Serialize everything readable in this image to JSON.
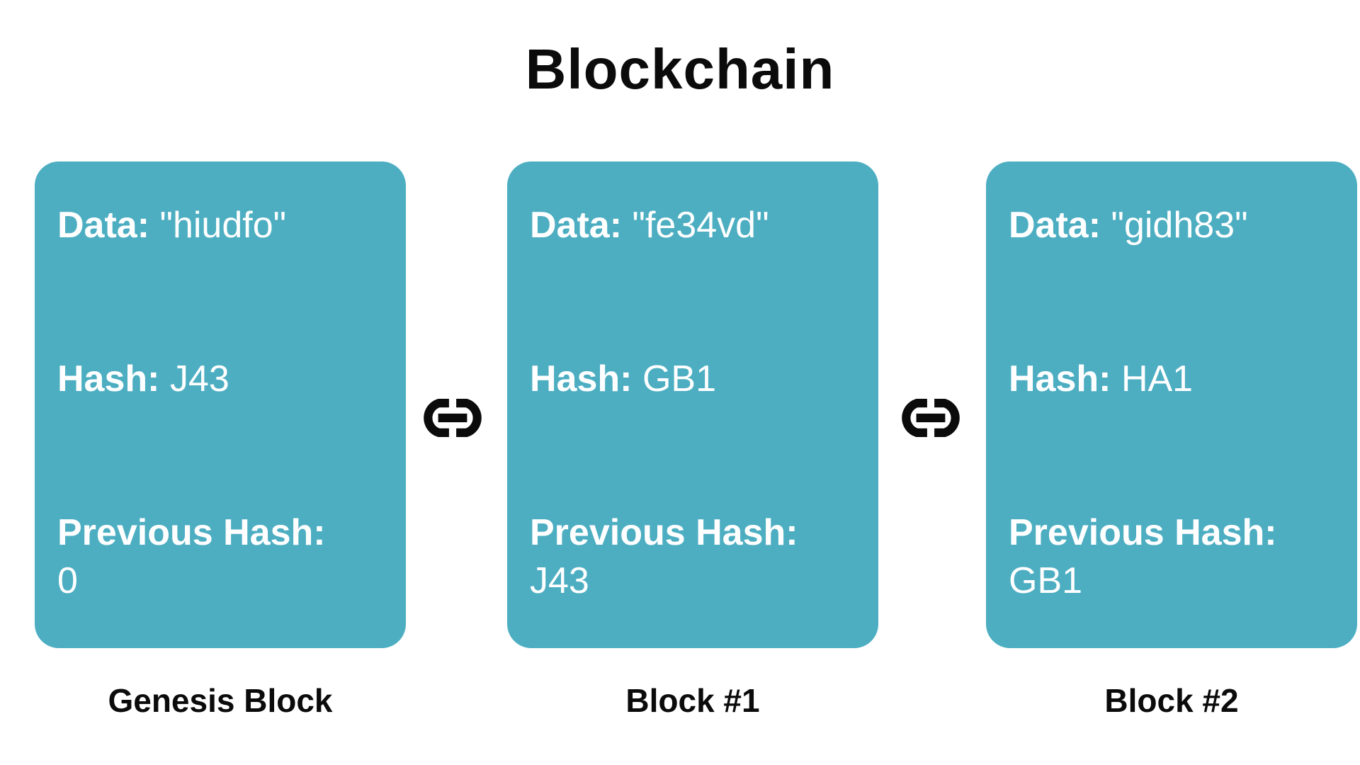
{
  "title": "Blockchain",
  "colors": {
    "block_fill": "#4daec2",
    "block_text": "#ffffff",
    "heading_text": "#0b0b0b",
    "link_icon": "#0b0b0b",
    "background": "#ffffff"
  },
  "icons": {
    "between_blocks": "chain-link-icon"
  },
  "blocks": [
    {
      "caption": "Genesis Block",
      "data_label": "Data:",
      "data_value": "\"hiudfo\"",
      "hash_label": "Hash:",
      "hash_value": "J43",
      "prev_hash_label": "Previous Hash:",
      "prev_hash_value": "0"
    },
    {
      "caption": "Block #1",
      "data_label": "Data:",
      "data_value": "\"fe34vd\"",
      "hash_label": "Hash:",
      "hash_value": "GB1",
      "prev_hash_label": "Previous Hash:",
      "prev_hash_value": "J43"
    },
    {
      "caption": "Block #2",
      "data_label": "Data:",
      "data_value": "\"gidh83\"",
      "hash_label": "Hash:",
      "hash_value": "HA1",
      "prev_hash_label": "Previous Hash:",
      "prev_hash_value": "GB1"
    }
  ]
}
